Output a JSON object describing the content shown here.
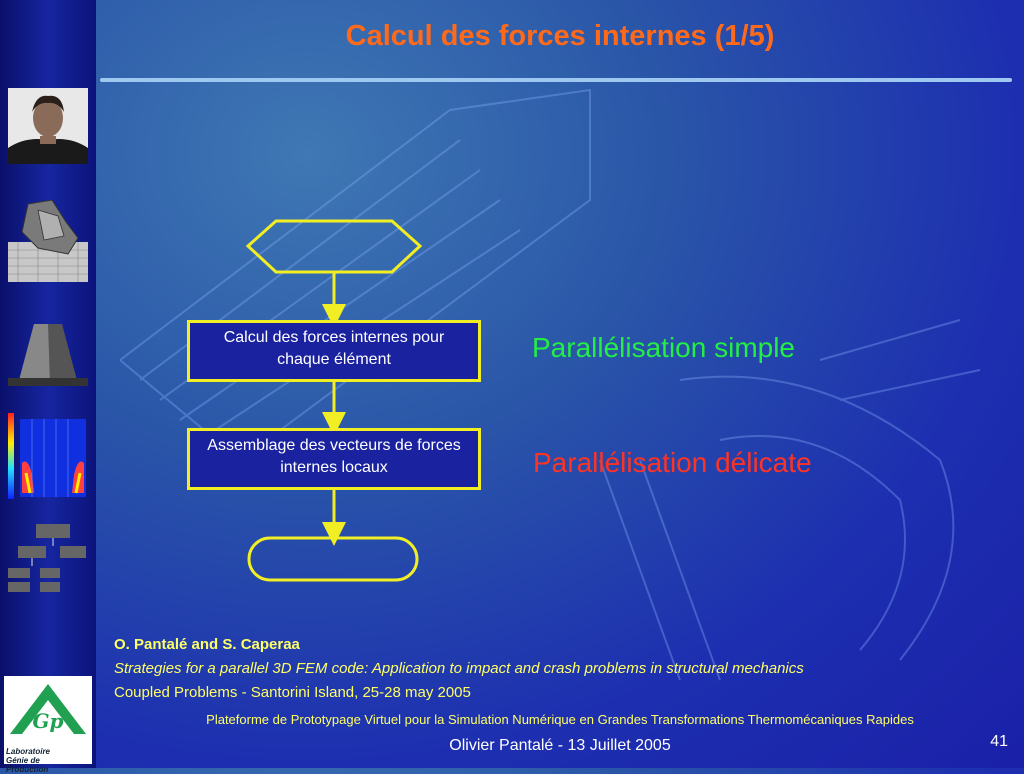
{
  "slide": {
    "title": "Calcul des forces internes (1/5)",
    "page_number": "41"
  },
  "flowchart": {
    "box1": "Calcul des forces internes pour chaque élément",
    "box2": "Assemblage des vecteurs de forces internes locaux"
  },
  "notes": {
    "simple": "Parallélisation simple",
    "delicate": "Parallélisation délicate"
  },
  "reference": {
    "authors": "O. Pantalé and S. Caperaa",
    "paper": "Strategies for a parallel 3D FEM code: Application to impact and crash problems in structural mechanics",
    "conference": "Coupled Problems - Santorini Island, 25-28 may 2005"
  },
  "footer": {
    "platform": "Plateforme de Prototypage Virtuel pour la Simulation Numérique en Grandes Transformations Thermomécaniques Rapides",
    "author_date": "Olivier Pantalé - 13 Juillet 2005"
  },
  "logo": {
    "letters": "Gp",
    "text": "Laboratoire Génie de Production"
  },
  "colors": {
    "title": "#ff6a1a",
    "flow_border": "#f2ee24",
    "note_simple": "#22ee44",
    "note_delicate": "#ff3322",
    "reference": "#ffff66"
  }
}
